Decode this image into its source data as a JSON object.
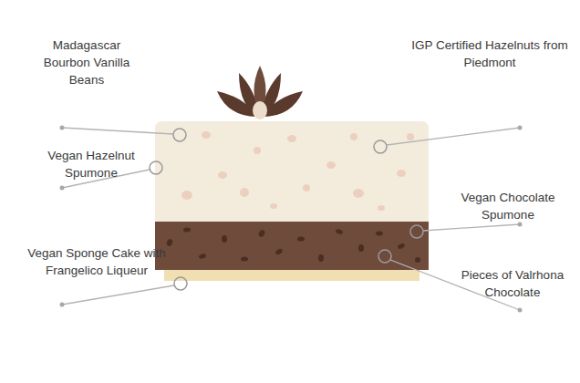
{
  "diagram": {
    "labels": [
      "Madagascar Bourbon Vanilla Beans",
      "Vegan Hazelnut Spumone",
      "Vegan Sponge Cake with Frangelico Liqueur",
      "IGP Certified Hazelnuts from Piedmont",
      "Vegan Chocolate Spumone",
      "Pieces of Valrhona Chocolate"
    ]
  }
}
